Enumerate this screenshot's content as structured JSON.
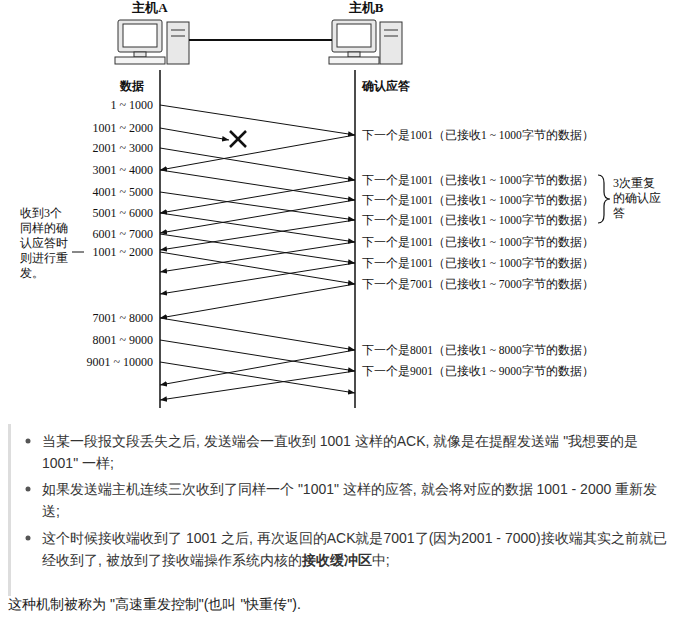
{
  "diagram": {
    "labels": [
      "主机A",
      "主机B",
      "数据",
      "确认应答",
      "1 ~ 1000",
      "1001 ~ 2000",
      "2001 ~ 3000",
      "3001 ~ 4000",
      "4001 ~ 5000",
      "5001 ~ 6000",
      "6001 ~ 7000",
      "1001 ~ 2000",
      "7001 ~ 8000",
      "8001 ~ 9000",
      "9001 ~ 10000",
      "下一个是1001（已接收1 ~ 1000字节的数据）",
      "下一个是1001（已接收1 ~ 1000字节的数据）",
      "下一个是1001（已接收1 ~ 1000字节的数据）",
      "下一个是1001（已接收1 ~ 1000字节的数据）",
      "下一个是1001（已接收1 ~ 1000字节的数据）",
      "下一个是1001（已接收1 ~ 1000字节的数据）",
      "下一个是7001（已接收1 ~ 7000字节的数据）",
      "下一个是8001（已接收1 ~ 8000字节的数据）",
      "下一个是9001（已接收1 ~ 9000字节的数据）",
      "3次重复的确认应答",
      "收到3个同样的确认应答时则进行重发。",
      "当某一段报文段丢失之后, 发送端会一直收到 1001 这样的ACK, 就像是在提醒发送端 \"我想要的是 1001\" 一样;",
      "如果发送端主机连续三次收到了同样一个 \"1001\" 这样的应答, 就会将对应的数据 1001 - 2000 重新发送;",
      "这个时候接收端收到了 1001 之后, 再次返回的ACK就是7001了(因为2001 - 7000)接收端其实之前就已经收到了, 被放到了接收端操作系统内核的",
      "接收缓冲区",
      "中;",
      "这种机制被称为 \"高速重发控制\"(也叫 \"快重传\")."
    ]
  }
}
